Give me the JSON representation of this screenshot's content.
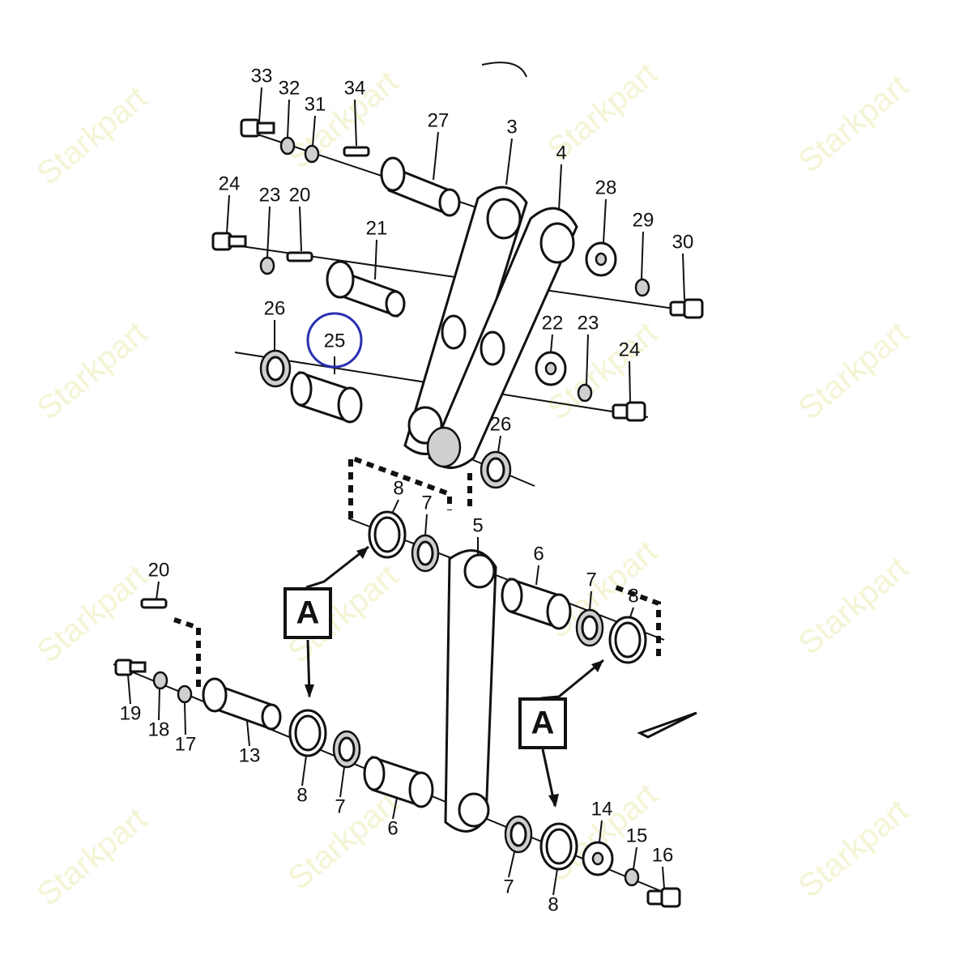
{
  "watermark": "Starkpart",
  "highlight_color": "#2b2fb0",
  "highlighted_part": "25",
  "callout_letter": "A",
  "labels": [
    {
      "id": "33",
      "text": "33"
    },
    {
      "id": "32",
      "text": "32"
    },
    {
      "id": "31",
      "text": "31"
    },
    {
      "id": "34",
      "text": "34"
    },
    {
      "id": "27",
      "text": "27"
    },
    {
      "id": "3",
      "text": "3"
    },
    {
      "id": "4",
      "text": "4"
    },
    {
      "id": "24a",
      "text": "24"
    },
    {
      "id": "23a",
      "text": "23"
    },
    {
      "id": "20a",
      "text": "20"
    },
    {
      "id": "21",
      "text": "21"
    },
    {
      "id": "28",
      "text": "28"
    },
    {
      "id": "29",
      "text": "29"
    },
    {
      "id": "30",
      "text": "30"
    },
    {
      "id": "26a",
      "text": "26"
    },
    {
      "id": "25",
      "text": "25"
    },
    {
      "id": "22",
      "text": "22"
    },
    {
      "id": "23b",
      "text": "23"
    },
    {
      "id": "24b",
      "text": "24"
    },
    {
      "id": "26b",
      "text": "26"
    },
    {
      "id": "8a",
      "text": "8"
    },
    {
      "id": "7a",
      "text": "7"
    },
    {
      "id": "5",
      "text": "5"
    },
    {
      "id": "6a",
      "text": "6"
    },
    {
      "id": "7b",
      "text": "7"
    },
    {
      "id": "8b",
      "text": "8"
    },
    {
      "id": "20b",
      "text": "20"
    },
    {
      "id": "19",
      "text": "19"
    },
    {
      "id": "18",
      "text": "18"
    },
    {
      "id": "17",
      "text": "17"
    },
    {
      "id": "13",
      "text": "13"
    },
    {
      "id": "8c",
      "text": "8"
    },
    {
      "id": "7c",
      "text": "7"
    },
    {
      "id": "6b",
      "text": "6"
    },
    {
      "id": "14",
      "text": "14"
    },
    {
      "id": "15",
      "text": "15"
    },
    {
      "id": "16",
      "text": "16"
    },
    {
      "id": "7d",
      "text": "7"
    },
    {
      "id": "8d",
      "text": "8"
    }
  ]
}
